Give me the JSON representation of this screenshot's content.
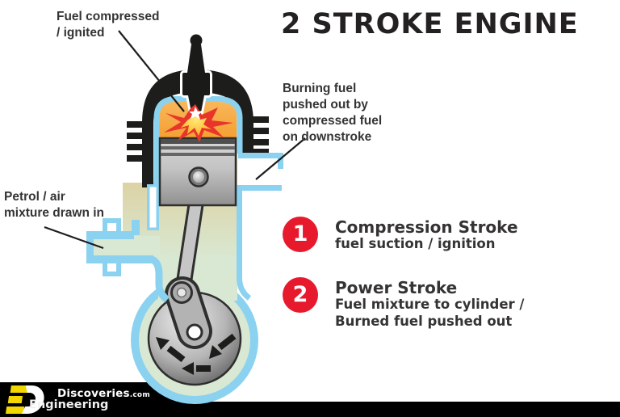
{
  "title": "2 STROKE ENGINE",
  "annotations": {
    "fuel_compressed": {
      "line1": "Fuel compressed",
      "line2": "/ ignited"
    },
    "burning_fuel": {
      "line1": "Burning fuel",
      "line2": "pushed out by",
      "line3": "compressed fuel",
      "line4": "on downstroke"
    },
    "petrol_air": {
      "line1": "Petrol / air",
      "line2": "mixture drawn in"
    }
  },
  "steps": [
    {
      "number": "1",
      "heading": "Compression Stroke",
      "description": "fuel suction / ignition"
    },
    {
      "number": "2",
      "heading": "Power Stroke",
      "description_line1": "Fuel mixture to cylinder /",
      "description_line2": "Burned fuel pushed out"
    }
  ],
  "logo": {
    "brand": "Discoveries",
    "brand_suffix": ".com",
    "division": "Engineering"
  },
  "colors": {
    "step_badge_red": "#e7192d",
    "outline_blue": "#8bd2f0",
    "combustion_orange": "#f6a93c",
    "flame_red": "#e8352b",
    "flame_yellow": "#ffd84d",
    "interior_green": "#d9e8d2",
    "interior_tan": "#ddd0a0",
    "ink": "#242122",
    "label_gray": "#353334",
    "logo_yellow": "#f2d600"
  }
}
